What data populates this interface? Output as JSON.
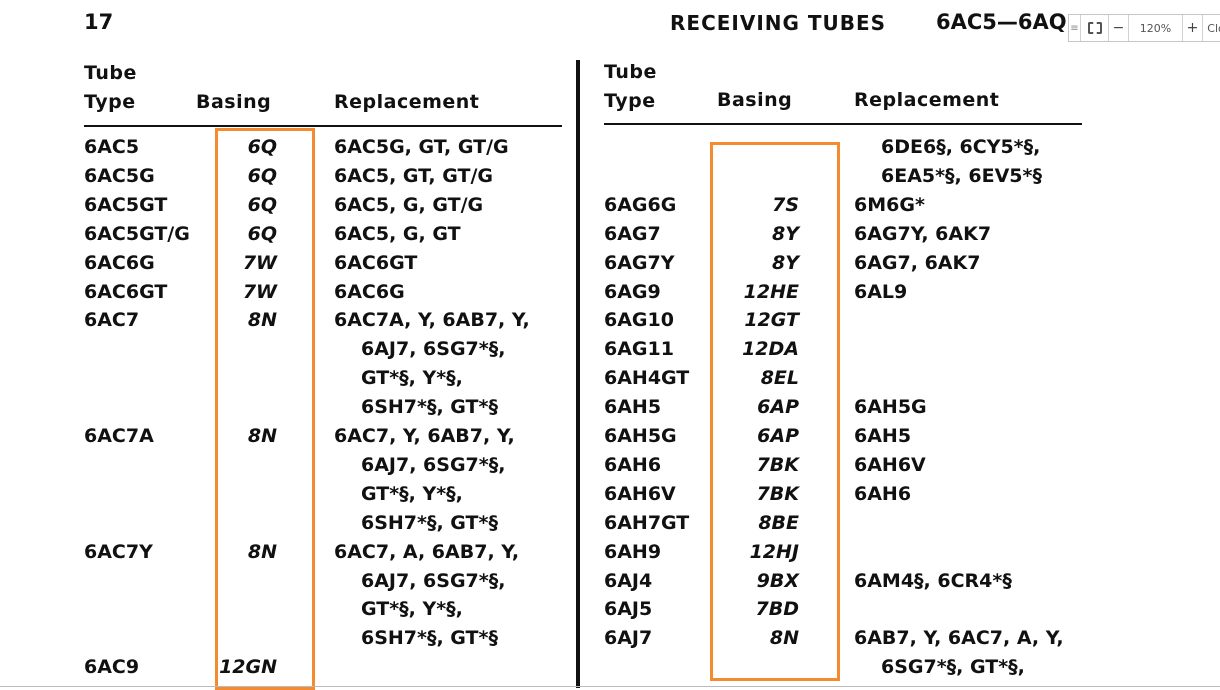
{
  "header": {
    "page_number": "17",
    "section": "RECEIVING TUBES",
    "range": "6AC5—6AQ"
  },
  "toolbar": {
    "menu_icon": "≡",
    "fit_icon": "fit-screen-icon",
    "zoom_out": "−",
    "zoom_level": "120%",
    "zoom_in": "+",
    "close_label": "Clo"
  },
  "columns_header": {
    "type_line1": "Tube",
    "type_line2": "Type",
    "basing": "Basing",
    "replacement": "Replacement"
  },
  "highlight_color": "#f58a2e",
  "left": [
    {
      "type": "6AC5",
      "basing": "6Q",
      "replacement": "6AC5G, GT, GT/G"
    },
    {
      "type": "6AC5G",
      "basing": "6Q",
      "replacement": "6AC5, GT, GT/G"
    },
    {
      "type": "6AC5GT",
      "basing": "6Q",
      "replacement": "6AC5, G, GT/G"
    },
    {
      "type": "6AC5GT/G",
      "basing": "6Q",
      "replacement": "6AC5, G, GT"
    },
    {
      "type": "6AC6G",
      "basing": "7W",
      "replacement": "6AC6GT"
    },
    {
      "type": "6AC6GT",
      "basing": "7W",
      "replacement": "6AC6G"
    },
    {
      "type": "6AC7",
      "basing": "8N",
      "replacement": "6AC7A, Y, 6AB7, Y,"
    },
    {
      "type": "",
      "basing": "",
      "replacement": "6AJ7, 6SG7*§,",
      "cont": true
    },
    {
      "type": "",
      "basing": "",
      "replacement": "GT*§, Y*§,",
      "cont": true
    },
    {
      "type": "",
      "basing": "",
      "replacement": "6SH7*§, GT*§",
      "cont": true
    },
    {
      "type": "6AC7A",
      "basing": "8N",
      "replacement": "6AC7, Y, 6AB7, Y,"
    },
    {
      "type": "",
      "basing": "",
      "replacement": "6AJ7, 6SG7*§,",
      "cont": true
    },
    {
      "type": "",
      "basing": "",
      "replacement": "GT*§, Y*§,",
      "cont": true
    },
    {
      "type": "",
      "basing": "",
      "replacement": "6SH7*§, GT*§",
      "cont": true
    },
    {
      "type": "6AC7Y",
      "basing": "8N",
      "replacement": "6AC7, A, 6AB7, Y,"
    },
    {
      "type": "",
      "basing": "",
      "replacement": "6AJ7, 6SG7*§,",
      "cont": true
    },
    {
      "type": "",
      "basing": "",
      "replacement": "GT*§, Y*§,",
      "cont": true
    },
    {
      "type": "",
      "basing": "",
      "replacement": "6SH7*§, GT*§",
      "cont": true
    },
    {
      "type": "6AC9",
      "basing": "12GN",
      "replacement": ""
    }
  ],
  "right": [
    {
      "type": "",
      "basing": "",
      "replacement": "6DE6§, 6CY5*§,",
      "cont": true
    },
    {
      "type": "",
      "basing": "",
      "replacement": "6EA5*§, 6EV5*§",
      "cont": true
    },
    {
      "type": "6AG6G",
      "basing": "7S",
      "replacement": "6M6G*"
    },
    {
      "type": "6AG7",
      "basing": "8Y",
      "replacement": "6AG7Y, 6AK7"
    },
    {
      "type": "6AG7Y",
      "basing": "8Y",
      "replacement": "6AG7, 6AK7"
    },
    {
      "type": "6AG9",
      "basing": "12HE",
      "replacement": "6AL9"
    },
    {
      "type": "6AG10",
      "basing": "12GT",
      "replacement": ""
    },
    {
      "type": "6AG11",
      "basing": "12DA",
      "replacement": ""
    },
    {
      "type": "6AH4GT",
      "basing": "8EL",
      "replacement": ""
    },
    {
      "type": "6AH5",
      "basing": "6AP",
      "replacement": "6AH5G"
    },
    {
      "type": "6AH5G",
      "basing": "6AP",
      "replacement": "6AH5"
    },
    {
      "type": "6AH6",
      "basing": "7BK",
      "replacement": "6AH6V"
    },
    {
      "type": "6AH6V",
      "basing": "7BK",
      "replacement": "6AH6"
    },
    {
      "type": "6AH7GT",
      "basing": "8BE",
      "replacement": ""
    },
    {
      "type": "6AH9",
      "basing": "12HJ",
      "replacement": ""
    },
    {
      "type": "6AJ4",
      "basing": "9BX",
      "replacement": "6AM4§, 6CR4*§"
    },
    {
      "type": "6AJ5",
      "basing": "7BD",
      "replacement": ""
    },
    {
      "type": "6AJ7",
      "basing": "8N",
      "replacement": "6AB7, Y, 6AC7, A, Y,"
    },
    {
      "type": "",
      "basing": "",
      "replacement": "6SG7*§, GT*§,",
      "cont": true
    }
  ]
}
